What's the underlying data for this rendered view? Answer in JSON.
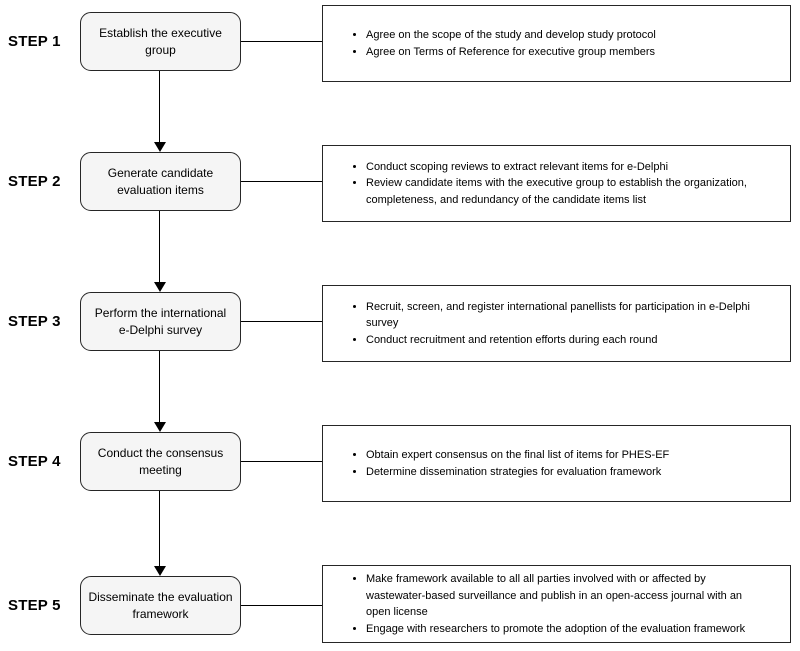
{
  "colors": {
    "box_fill": "#f5f5f5",
    "box_border": "#262626",
    "panel_border": "#262626",
    "line": "#000000"
  },
  "diagram": {
    "steps": [
      {
        "label": "STEP 1",
        "box": "Establish the executive\ngroup",
        "bullets": [
          "Agree on the scope of the study and develop study protocol",
          "Agree on Terms of Reference for executive group members"
        ]
      },
      {
        "label": "STEP 2",
        "box": "Generate candidate\nevaluation items",
        "bullets": [
          "Conduct scoping reviews to extract relevant items for e-Delphi",
          "Review candidate items with the executive group to establish the organization,\ncompleteness, and redundancy of the candidate items list"
        ]
      },
      {
        "label": "STEP 3",
        "box": "Perform the international\ne-Delphi survey",
        "bullets": [
          "Recruit, screen, and register international panellists for participation in e-Delphi\nsurvey",
          "Conduct recruitment and retention efforts during each round"
        ]
      },
      {
        "label": "STEP 4",
        "box": "Conduct the consensus\nmeeting",
        "bullets": [
          "Obtain expert consensus on the final list of items for PHES-EF",
          "Determine dissemination strategies for evaluation framework"
        ]
      },
      {
        "label": "STEP 5",
        "box": "Disseminate the evaluation\nframework",
        "bullets": [
          "Make framework available to all all parties involved with or affected by\nwastewater-based surveillance and publish in an open-access journal with an\nopen license",
          "Engage with researchers to promote the adoption of the evaluation framework"
        ]
      }
    ]
  }
}
